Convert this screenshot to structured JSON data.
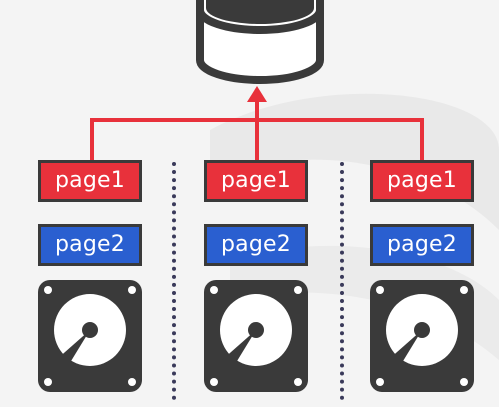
{
  "colors": {
    "red": "#e8313b",
    "blue": "#2a5fd0",
    "dark": "#3a3a3a",
    "background": "#f4f4f4"
  },
  "icons": {
    "database": "database-icon",
    "disk": "hard-drive-icon",
    "arrow": "arrow-up-icon"
  },
  "columns": [
    {
      "page_top": "page1",
      "page_bottom": "page2"
    },
    {
      "page_top": "page1",
      "page_bottom": "page2"
    },
    {
      "page_top": "page1",
      "page_bottom": "page2"
    }
  ]
}
